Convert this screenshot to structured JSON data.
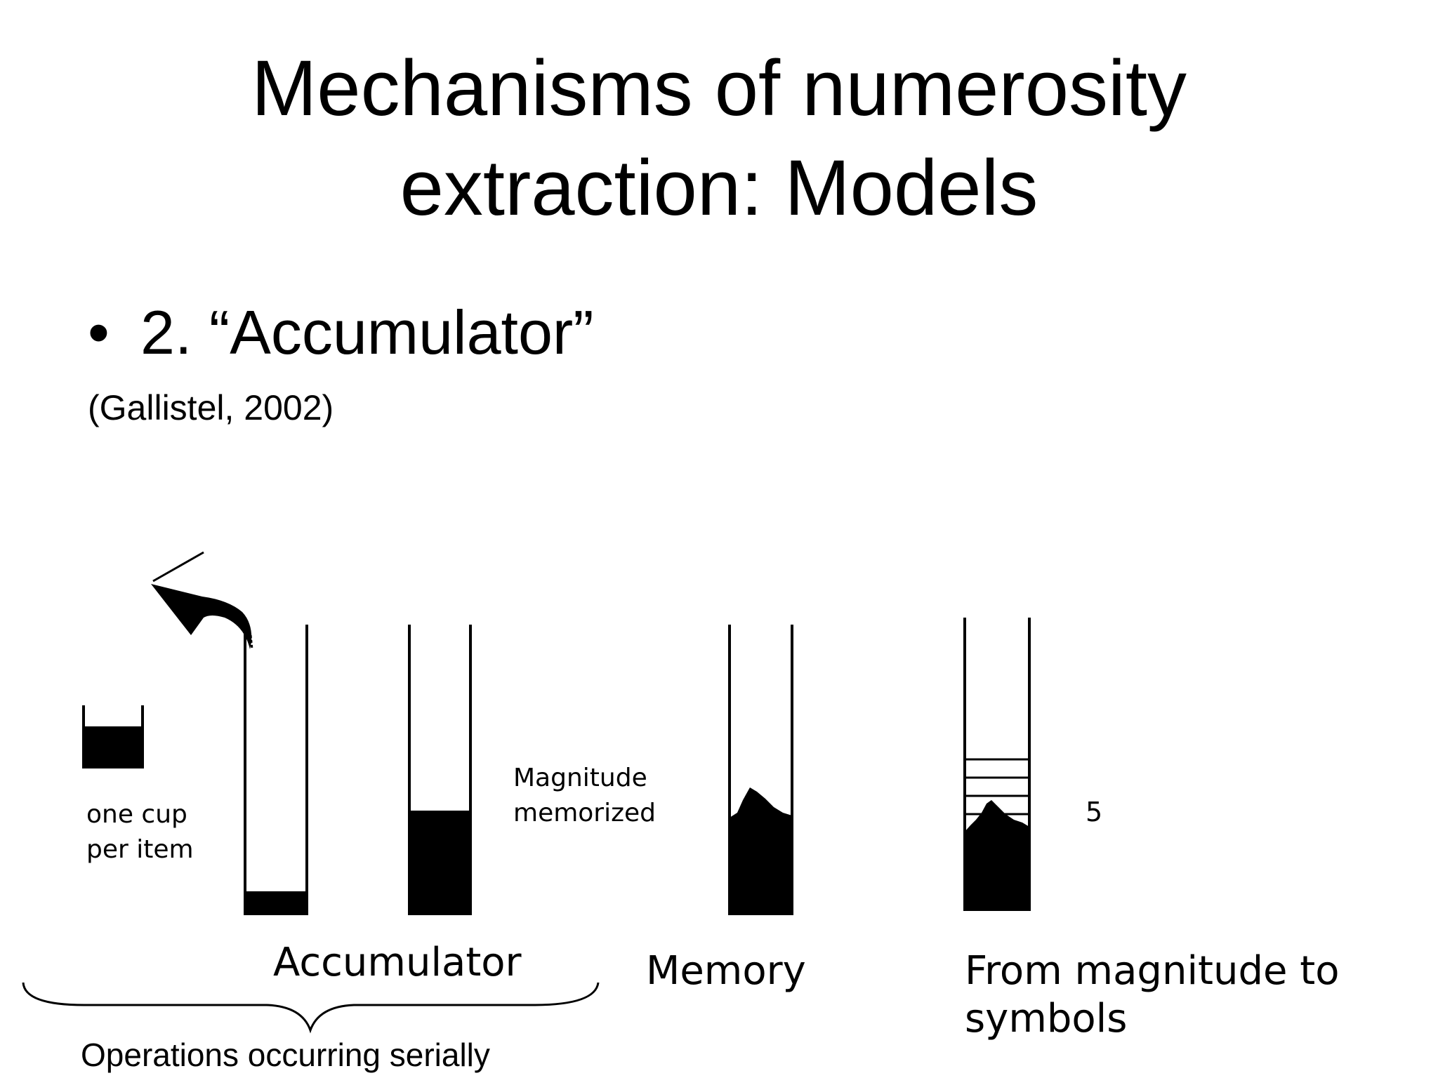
{
  "slide": {
    "title_line1": "Mechanisms of numerosity",
    "title_line2": "extraction: Models",
    "bullet": "2. “Accumulator”",
    "bullet_marker": "•",
    "citation": "(Gallistel, 2002)"
  },
  "diagram": {
    "cup_label_line1": "one cup",
    "cup_label_line2": "per item",
    "magnitude_label_line1": "Magnitude",
    "magnitude_label_line2": "memorized",
    "symbol_value": "5",
    "accumulator_label": "Accumulator",
    "memory_label": "Memory",
    "symbols_label_line1": "From magnitude to",
    "symbols_label_line2": "symbols",
    "brace_caption": "Operations occurring serially"
  },
  "colors": {
    "ink": "#000000",
    "background": "#ffffff"
  }
}
